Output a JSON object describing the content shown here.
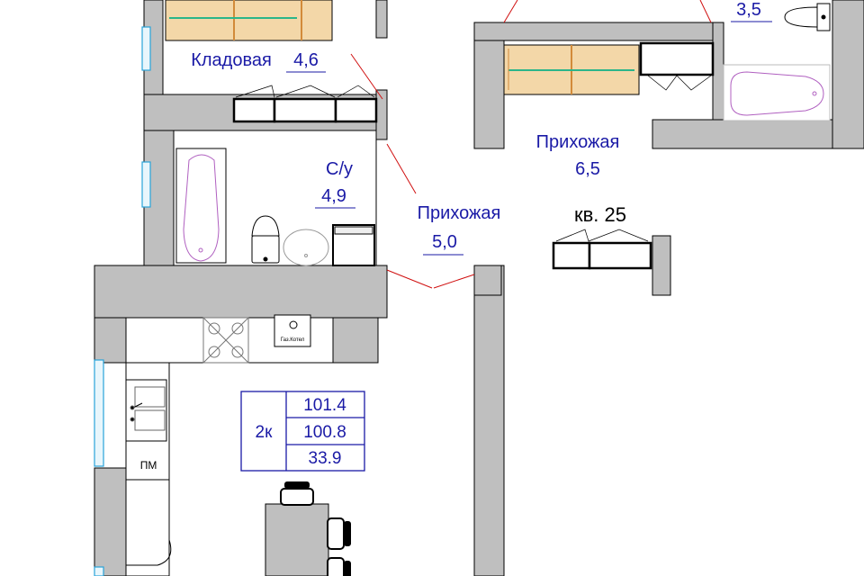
{
  "colors": {
    "wall": "#bfbfbf",
    "label": "#1a1aa6",
    "door_swing": "#d01010",
    "window": "#29a3d9",
    "furniture_outline": "#000000",
    "bath_outline": "#b060c0",
    "wardrobe_fill": "#f3d7a8"
  },
  "apartment": {
    "label": "кв. 25",
    "type": "2к"
  },
  "areas_box": {
    "total": "101.4",
    "living": "100.8",
    "other": "33.9"
  },
  "rooms": [
    {
      "name": "Кладовая",
      "area": "4,6"
    },
    {
      "name": "С/у",
      "area": "4,9"
    },
    {
      "name": "Прихожая",
      "area": "5,0"
    },
    {
      "name": "Прихожая",
      "area": "6,5"
    },
    {
      "name": "",
      "area": "3,5"
    }
  ],
  "appliances": {
    "boiler": "Газ.Котел",
    "dishwasher": "ПМ"
  },
  "icons": [
    "bathtub-icon",
    "toilet-icon",
    "washbasin-icon",
    "washing-machine-icon",
    "stove-icon",
    "sink-icon",
    "boiler-icon",
    "chair-icon",
    "wardrobe-icon"
  ]
}
